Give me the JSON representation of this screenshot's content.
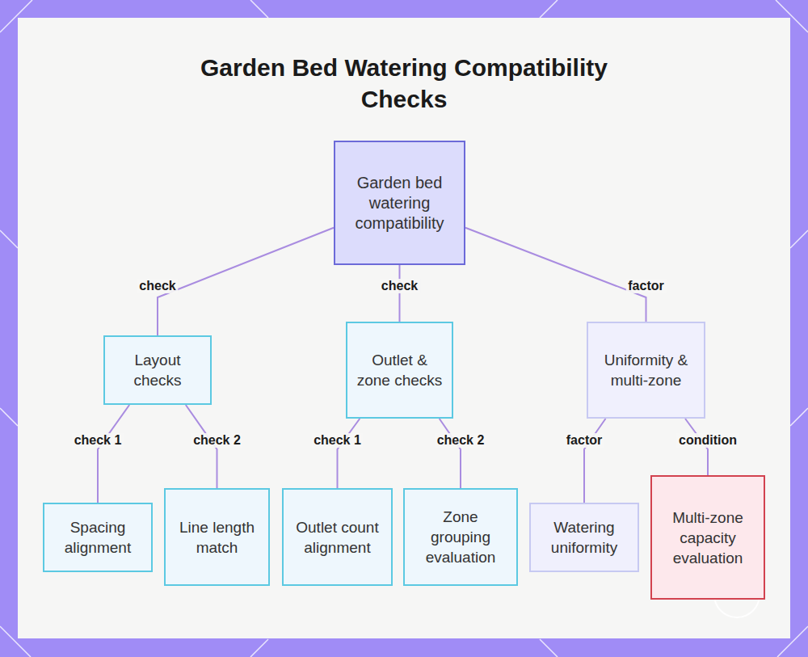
{
  "diagram": {
    "title": "Garden Bed Watering Compatibility Checks",
    "nodes": [
      {
        "text": [
          "Garden bed watering compatibility"
        ]
      },
      {
        "text": [
          "Layout checks"
        ]
      },
      {
        "text": [
          "Outlet & zone checks"
        ]
      },
      {
        "text": [
          "Uniformity & multi-zone"
        ]
      },
      {
        "text": [
          "Spacing alignment"
        ]
      },
      {
        "text": [
          "Line length match"
        ]
      },
      {
        "text": [
          "Outlet count alignment"
        ]
      },
      {
        "text": [
          "Zone grouping evaluation"
        ]
      },
      {
        "text": [
          "Watering uniformity"
        ]
      },
      {
        "text": [
          "Multi-zone capacity evaluation"
        ]
      }
    ],
    "edges": [
      {
        "from": 0,
        "to": 1,
        "label": "check",
        "arrow": "none"
      },
      {
        "from": 0,
        "to": 2,
        "label": "check",
        "arrow": "none"
      },
      {
        "from": 0,
        "to": 3,
        "label": "factor",
        "arrow": "none"
      },
      {
        "from": 1,
        "to": 4,
        "label": "check 1",
        "arrow": "none"
      },
      {
        "from": 1,
        "to": 5,
        "label": "check 2",
        "arrow": "none"
      },
      {
        "from": 2,
        "to": 6,
        "label": "check 1",
        "arrow": "none"
      },
      {
        "from": 2,
        "to": 7,
        "label": "check 2",
        "arrow": "none"
      },
      {
        "from": 3,
        "to": 8,
        "label": "factor",
        "arrow": "none"
      },
      {
        "from": 3,
        "to": 9,
        "label": "condition",
        "arrow": "none"
      }
    ]
  }
}
